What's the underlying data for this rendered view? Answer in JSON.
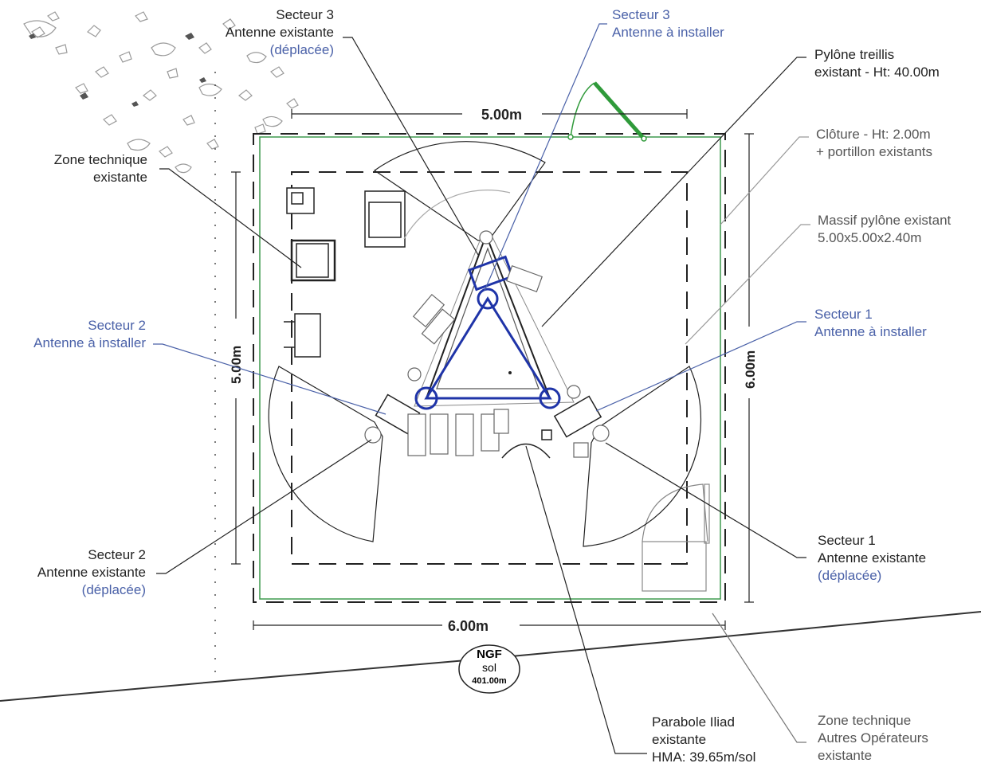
{
  "dimensions": {
    "top": "5.00m",
    "bottom": "6.00m",
    "left": "5.00m",
    "right": "6.00m"
  },
  "ngf": {
    "line1": "NGF",
    "line2": "sol",
    "line3": "401.00m"
  },
  "labels": {
    "secteur3_existante": [
      "Secteur 3",
      "Antenne existante",
      "(déplacée)"
    ],
    "secteur3_installer": [
      "Secteur 3",
      "Antenne à installer"
    ],
    "pylone": [
      "Pylône treillis",
      "existant - Ht: 40.00m"
    ],
    "cloture": [
      "Clôture - Ht: 2.00m",
      "+ portillon existants"
    ],
    "massif": [
      "Massif pylône existant",
      "5.00x5.00x2.40m"
    ],
    "secteur1_installer": [
      "Secteur 1",
      "Antenne à installer"
    ],
    "zone_technique": [
      "Zone technique",
      "existante"
    ],
    "secteur2_installer": [
      "Secteur 2",
      "Antenne à installer"
    ],
    "secteur2_existante": [
      "Secteur 2",
      "Antenne existante",
      "(déplacée)"
    ],
    "secteur1_existante": [
      "Secteur 1",
      "Antenne existante",
      "(déplacée)"
    ],
    "parabole": [
      "Parabole Iliad",
      "existante",
      "HMA: 39.65m/sol"
    ],
    "zone_autres": [
      "Zone technique",
      "Autres Opérateurs",
      "existante"
    ]
  },
  "colors": {
    "installer": "#4a61a8",
    "new_antenna_blue": "#1f34a8",
    "fence_green": "#3f9a4f",
    "gate_green": "#2f9a3a",
    "line_dark": "#222222",
    "line_grey": "#888888"
  }
}
